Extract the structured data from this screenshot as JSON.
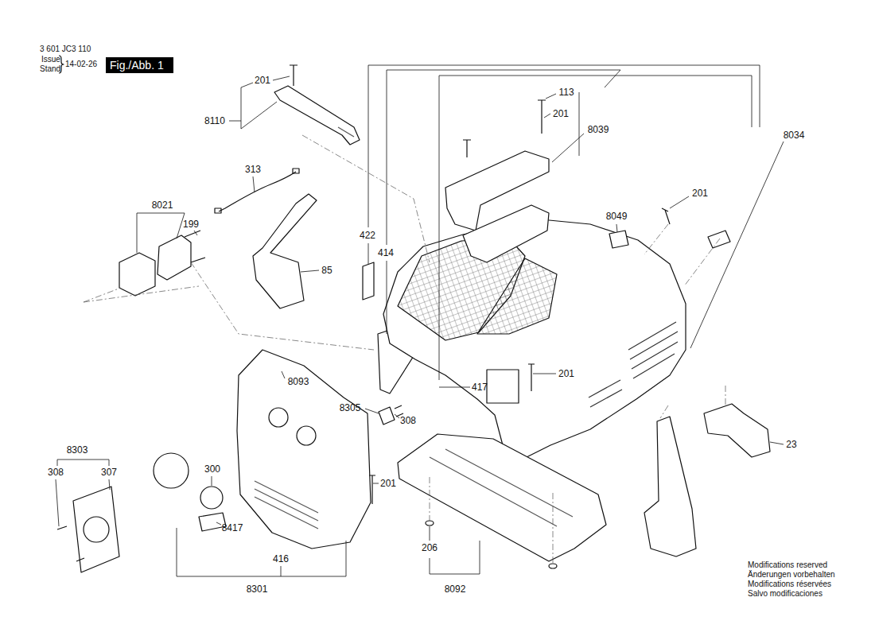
{
  "diagram": {
    "nodes": [
      {
        "text": [
          "Fig./Abb. 1"
        ]
      }
    ],
    "labels": [
      "3 601 JC3 110",
      "Issue",
      "Stand",
      "14-02-26",
      "201",
      "8110",
      "313",
      "8021",
      "199",
      "85",
      "422",
      "414",
      "113",
      "201",
      "8039",
      "8034",
      "8049",
      "201",
      "8093",
      "8305",
      "308",
      "417",
      "201",
      "23",
      "8303",
      "308",
      "307",
      "300",
      "8417",
      "201",
      "206",
      "416",
      "8301",
      "8092",
      "Modifications reserved",
      "Änderungen vorbehalten",
      "Modifications réservées",
      "Salvo modificaciones"
    ]
  }
}
